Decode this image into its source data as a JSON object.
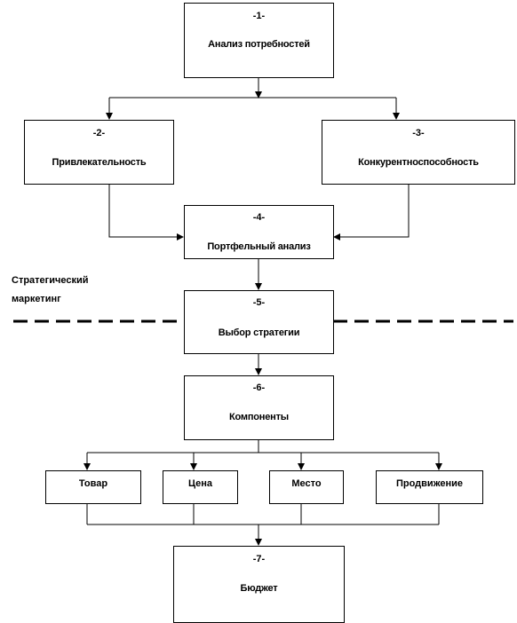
{
  "diagram": {
    "blocks": [
      {
        "id": "b1",
        "number": "-1-",
        "title": "Анализ потребностей"
      },
      {
        "id": "b2",
        "number": "-2-",
        "title": "Привлекательность"
      },
      {
        "id": "b3",
        "number": "-3-",
        "title": "Конкурентноспособность"
      },
      {
        "id": "b4",
        "number": "-4-",
        "title": "Портфельный анализ"
      },
      {
        "id": "b5",
        "number": "-5-",
        "title": "Выбор стратегии"
      },
      {
        "id": "b6",
        "number": "-6-",
        "title": "Компоненты"
      },
      {
        "id": "b7",
        "number": "-7-",
        "title": "Бюджет"
      }
    ],
    "components": [
      "Товар",
      "Цена",
      "Место",
      "Продвижение"
    ],
    "side_label": {
      "line1": "Стратегический",
      "line2": "маркетинг"
    }
  }
}
